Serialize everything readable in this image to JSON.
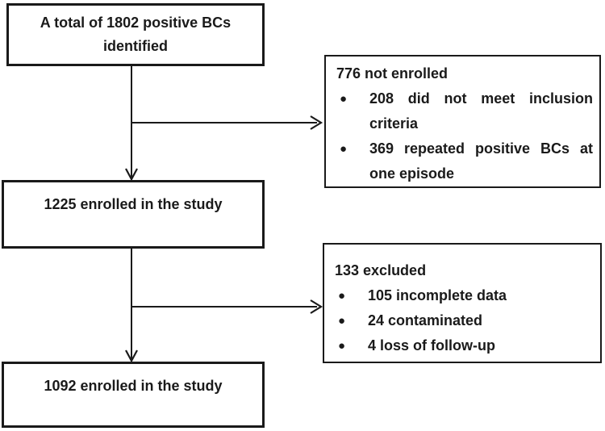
{
  "figure": {
    "ink_color": "#1a1a1a",
    "background_color": "#ffffff",
    "bullet_glyph": "●",
    "nodes": {
      "total_identified": {
        "line1": "A total of 1802 positive BCs",
        "line2": "identified"
      },
      "not_enrolled": {
        "title": "776 not enrolled",
        "bullets": [
          {
            "line1": "208 did not meet inclusion",
            "line2": "criteria"
          },
          {
            "line1": "369 repeated positive BCs at",
            "line2": "one episode"
          }
        ]
      },
      "enrolled_1225": {
        "text": "1225 enrolled in the study"
      },
      "excluded": {
        "title": "133 excluded",
        "bullets": [
          {
            "text": "105 incomplete data"
          },
          {
            "text": "24 contaminated"
          },
          {
            "text": "4 loss of follow-up"
          }
        ]
      },
      "enrolled_1092": {
        "text": "1092 enrolled in the study"
      }
    }
  }
}
